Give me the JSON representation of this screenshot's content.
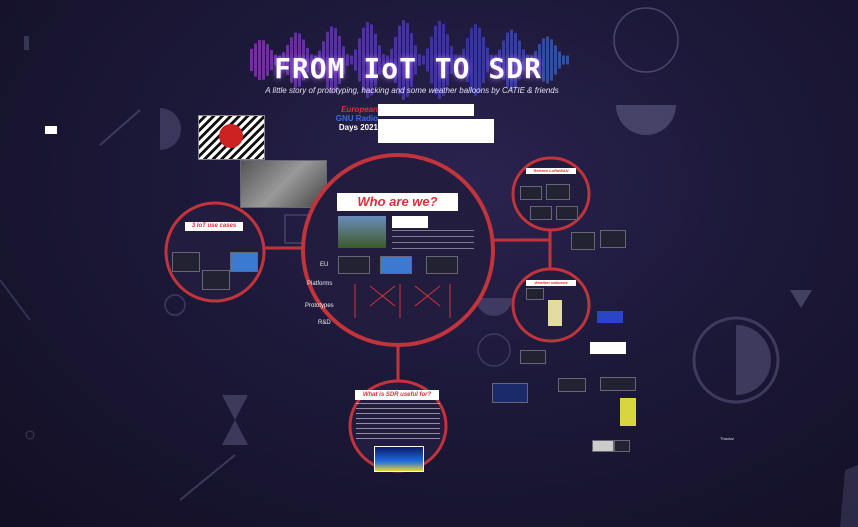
{
  "presentation": {
    "title": "FROM IoT TO SDR",
    "subtitle": "A little story of prototyping, hacking and some weather balloons by CATIE & friends"
  },
  "event": {
    "line1": "European",
    "line2": "GNU Radio",
    "line3": "Days 2021"
  },
  "frames": {
    "center": "Who are we?",
    "left": "3 IoT use cases",
    "bottom": "What is SDR useful for?",
    "right_top": "Retrace LoRaWAN",
    "right_mid": "Weather balloons"
  },
  "center_rows": [
    "EU",
    "Platforms",
    "Prototypes",
    "R&D"
  ],
  "footer_note": "Thanks!"
}
